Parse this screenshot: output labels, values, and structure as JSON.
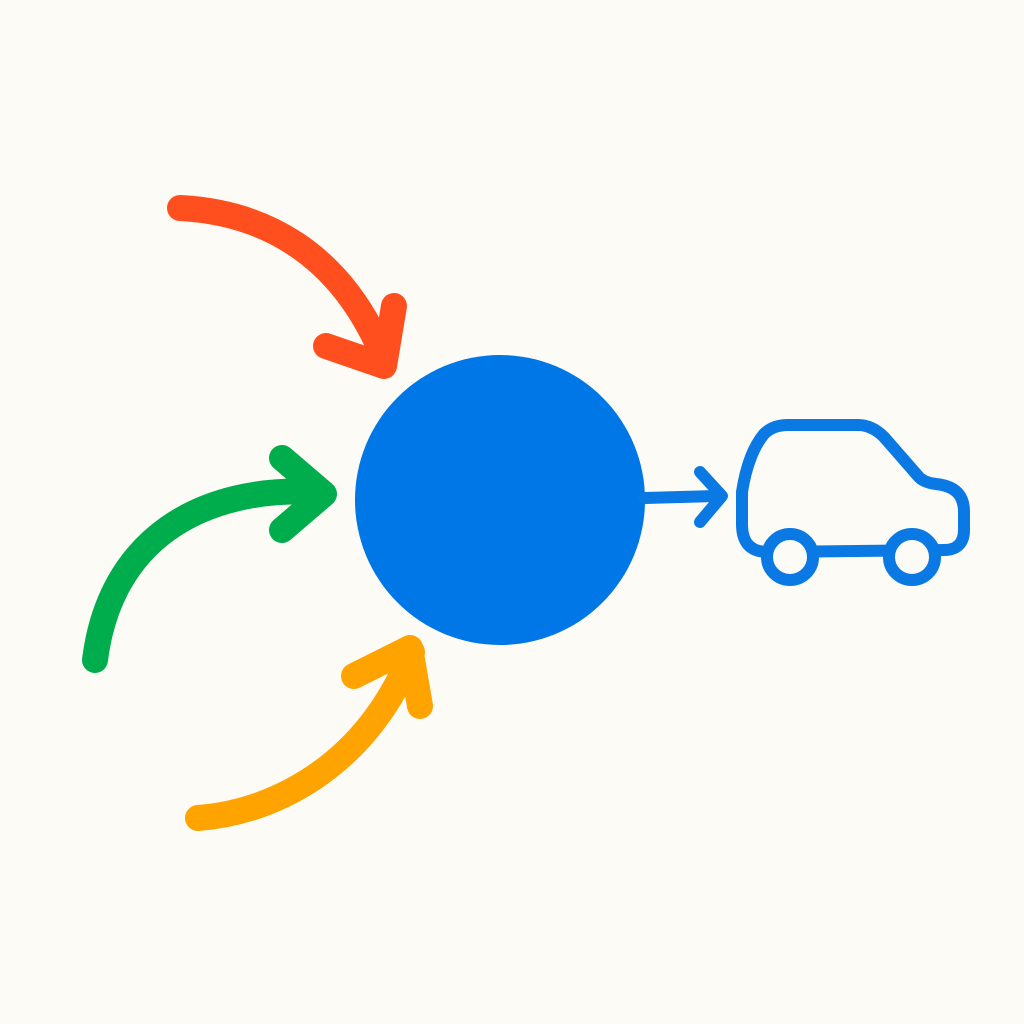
{
  "colors": {
    "background": "#FCFBF6",
    "hub": "#0077E6",
    "arrow_red": "#FF4F1F",
    "arrow_green": "#00AD4C",
    "arrow_orange": "#FFA300",
    "output": "#0A79E4"
  },
  "nodes": {
    "hub": {
      "shape": "circle"
    },
    "vehicle": {
      "icon": "car-icon"
    }
  },
  "edges": [
    {
      "from": "red-source",
      "to": "hub",
      "color": "arrow_red"
    },
    {
      "from": "green-source",
      "to": "hub",
      "color": "arrow_green"
    },
    {
      "from": "orange-source",
      "to": "hub",
      "color": "arrow_orange"
    },
    {
      "from": "hub",
      "to": "vehicle",
      "color": "output"
    }
  ]
}
